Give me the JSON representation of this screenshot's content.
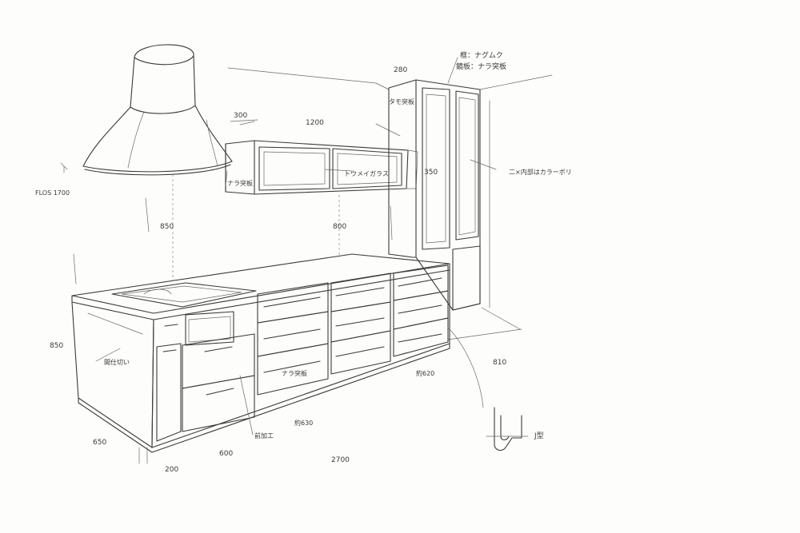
{
  "annotations": {
    "frame_material": "框：ナグムク",
    "door_material": "鏡板：ナラ突板",
    "cabinet_depth": "280",
    "tall_cabinet_face": "タモ突板",
    "interior": "二×内部はカラーボリ",
    "hood_height": "FLOS 1700",
    "upper_offset": "300",
    "upper_width": "1200",
    "upper_material": "ナラ突板",
    "upper_glass": "トウメイガラス",
    "upper_height": "350",
    "hood_gap": "850",
    "upper_gap": "800",
    "counter_height": "850",
    "side_panel": "間仕切い",
    "front_material": "ナラ突板",
    "handle_note": "前加工",
    "dim_630": "約630",
    "dim_620": "約620",
    "island_depth": "650",
    "dim_200": "200",
    "dim_600": "600",
    "total_width": "2700",
    "dim_810": "810",
    "handle_type": "J型"
  }
}
